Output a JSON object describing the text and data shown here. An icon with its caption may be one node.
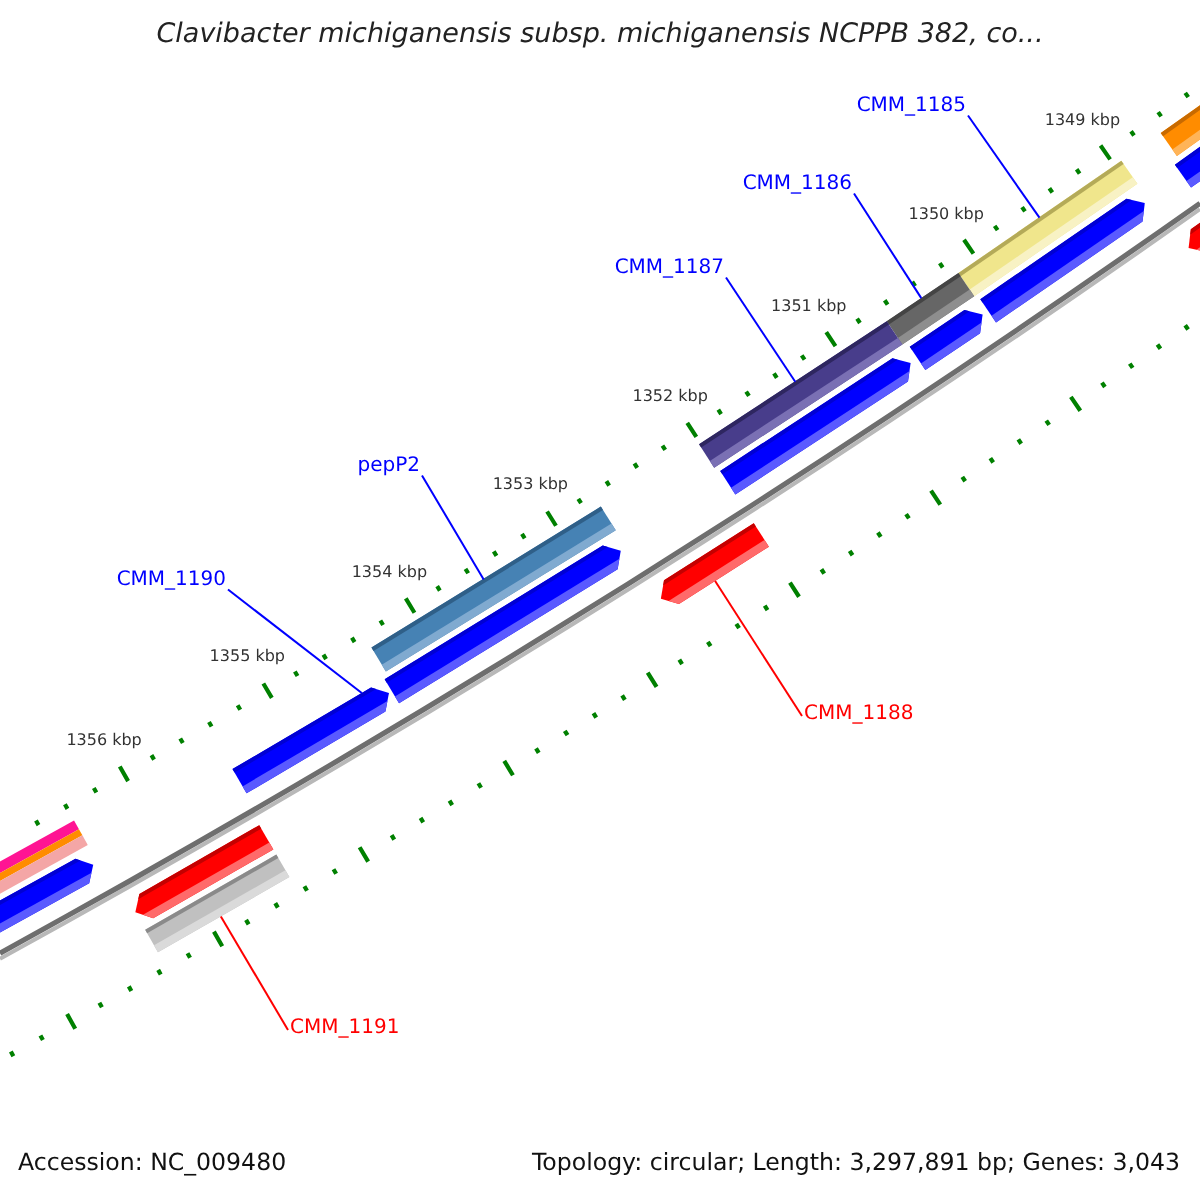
{
  "diagram": {
    "title": "Clavibacter michiganensis subsp. michiganensis NCPPB 382, co...",
    "nodes": [
      {
        "text": [
          "CMM_1185"
        ]
      },
      {
        "text": [
          "CMM_1186"
        ]
      },
      {
        "text": [
          "CMM_1187"
        ]
      },
      {
        "text": [
          "pepP2"
        ]
      },
      {
        "text": [
          "CMM_1190"
        ]
      },
      {
        "text": [
          "CMM_1188"
        ]
      },
      {
        "text": [
          "CMM_1191"
        ]
      },
      {
        "text": [],
        "shape": "bar"
      },
      {
        "text": [],
        "shape": "bar"
      },
      {
        "text": [],
        "shape": "bar"
      },
      {
        "text": [],
        "shape": "bar"
      },
      {
        "text": [],
        "shape": "arrow"
      },
      {
        "text": [],
        "shape": "arrow"
      },
      {
        "text": [],
        "shape": "bar"
      }
    ],
    "edges": [
      {
        "from": 0,
        "to": 7,
        "arrow": "none"
      },
      {
        "from": 1,
        "to": 8,
        "arrow": "none"
      },
      {
        "from": 2,
        "to": 9,
        "arrow": "none"
      },
      {
        "from": 3,
        "to": 10,
        "arrow": "none"
      },
      {
        "from": 4,
        "to": 11,
        "arrow": "none"
      },
      {
        "from": 5,
        "to": 12,
        "arrow": "none",
        "color": "#ff0000"
      },
      {
        "from": 6,
        "to": 13,
        "arrow": "none",
        "color": "#ff0000"
      }
    ],
    "labels": [
      "1349 kbp",
      "1350 kbp",
      "1351 kbp",
      "1352 kbp",
      "1353 kbp",
      "1354 kbp",
      "1355 kbp",
      "1356 kbp",
      "Accession: NC_009480",
      "Topology: circular; Length: 3,297,891 bp; Genes: 3,043"
    ]
  }
}
